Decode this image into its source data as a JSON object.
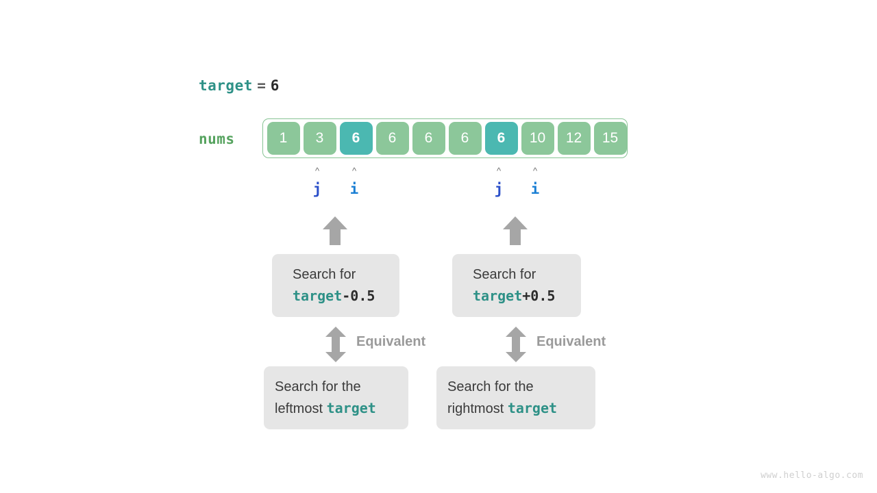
{
  "target": {
    "name": "target",
    "equals": "=",
    "value": "6"
  },
  "array": {
    "label": "nums",
    "cells": [
      {
        "value": "1",
        "highlighted": false
      },
      {
        "value": "3",
        "highlighted": false
      },
      {
        "value": "6",
        "highlighted": true
      },
      {
        "value": "6",
        "highlighted": false
      },
      {
        "value": "6",
        "highlighted": false
      },
      {
        "value": "6",
        "highlighted": false
      },
      {
        "value": "6",
        "highlighted": true
      },
      {
        "value": "10",
        "highlighted": false
      },
      {
        "value": "12",
        "highlighted": false
      },
      {
        "value": "15",
        "highlighted": false
      }
    ]
  },
  "pointers": [
    {
      "id": "left-j",
      "name": "j",
      "caret": "^"
    },
    {
      "id": "left-i",
      "name": "i",
      "caret": "^"
    },
    {
      "id": "right-j",
      "name": "j",
      "caret": "^"
    },
    {
      "id": "right-i",
      "name": "i",
      "caret": "^"
    }
  ],
  "boxes": {
    "left_top": {
      "line1": "Search for",
      "line2_code": "target",
      "line2_num": "-0.5"
    },
    "right_top": {
      "line1": "Search for",
      "line2_code": "target",
      "line2_num": "+0.5"
    },
    "left_bottom": {
      "line1": "Search for the",
      "line2_text": "leftmost ",
      "line2_code": "target"
    },
    "right_bottom": {
      "line1": "Search for the",
      "line2_text": "rightmost ",
      "line2_code": "target"
    }
  },
  "equivalence": {
    "left_label": "Equivalent",
    "right_label": "Equivalent"
  },
  "watermark": "www.hello-algo.com",
  "colors": {
    "cell_normal": "#8cc79a",
    "cell_highlight": "#4bb8b1",
    "array_border": "#86c393",
    "target_keyword": "#2e9187",
    "nums_label": "#56a35f",
    "pointer_j": "#2b4fc9",
    "pointer_i": "#1a7fd4",
    "box_bg": "#e6e6e6",
    "arrow_gray": "#a6a6a6",
    "equivalent_text": "#9a9a9a"
  }
}
